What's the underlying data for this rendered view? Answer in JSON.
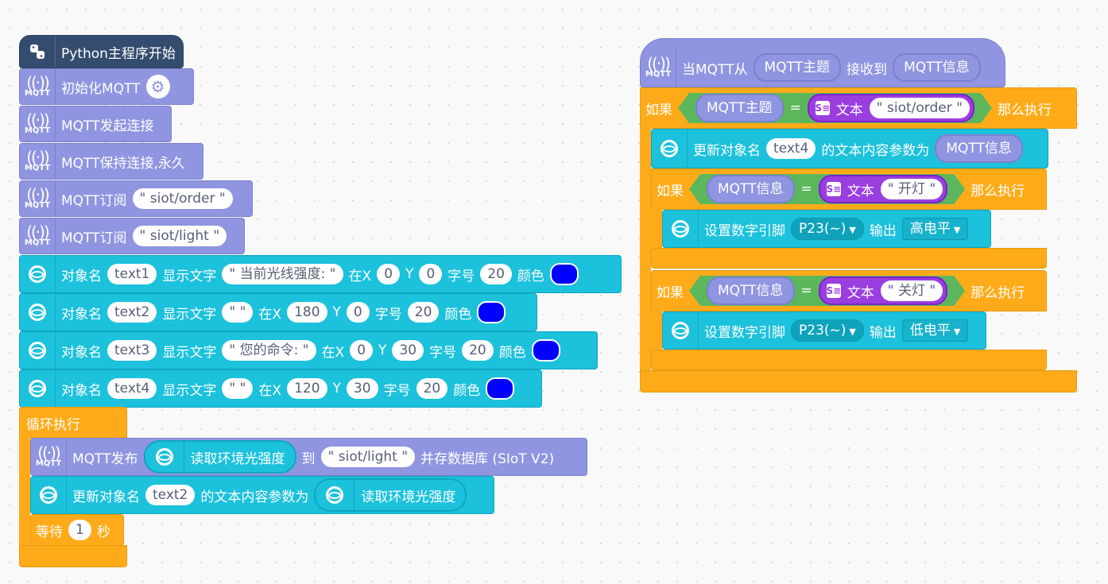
{
  "colors": {
    "mqtt": "#8f95e0",
    "display": "#1cc1dc",
    "control": "#ffab19",
    "python": "#344c6e",
    "logic": "#5cb75c",
    "text": "#9a3ee0",
    "color_value": "#0000ff"
  },
  "mqtt_label": "MQTT",
  "left_script": {
    "hat": "Python主程序开始",
    "init_mqtt": "初始化MQTT",
    "connect": "MQTT发起连接",
    "keep": "MQTT保持连接,永久",
    "subscribe1": {
      "label": "MQTT订阅",
      "topic": "\" siot/order \""
    },
    "subscribe2": {
      "label": "MQTT订阅",
      "topic": "\" siot/light \""
    },
    "display_rows": [
      {
        "obj": "对象名",
        "name": "text1",
        "show": "显示文字",
        "text": "\" 当前光线强度: \"",
        "x_label": "在X",
        "x": "0",
        "y_label": "Y",
        "y": "0",
        "size_label": "字号",
        "size": "20",
        "color_label": "颜色"
      },
      {
        "obj": "对象名",
        "name": "text2",
        "show": "显示文字",
        "text": "\"   \"",
        "x_label": "在X",
        "x": "180",
        "y_label": "Y",
        "y": "0",
        "size_label": "字号",
        "size": "20",
        "color_label": "颜色"
      },
      {
        "obj": "对象名",
        "name": "text3",
        "show": "显示文字",
        "text": "\" 您的命令: \"",
        "x_label": "在X",
        "x": "0",
        "y_label": "Y",
        "y": "30",
        "size_label": "字号",
        "size": "20",
        "color_label": "颜色"
      },
      {
        "obj": "对象名",
        "name": "text4",
        "show": "显示文字",
        "text": "\"   \"",
        "x_label": "在X",
        "x": "120",
        "y_label": "Y",
        "y": "30",
        "size_label": "字号",
        "size": "20",
        "color_label": "颜色"
      }
    ],
    "loop": "循环执行",
    "publish": {
      "label": "MQTT发布",
      "reporter": "读取环境光强度",
      "to": "到",
      "topic": "\" siot/light \"",
      "save": "并存数据库 (SIoT V2)"
    },
    "update": {
      "label": "更新对象名",
      "name": "text2",
      "suffix": "的文本内容参数为",
      "reporter": "读取环境光强度"
    },
    "wait": {
      "label": "等待",
      "value": "1",
      "unit": "秒"
    }
  },
  "right_script": {
    "hat": {
      "when": "当MQTT从",
      "topic": "MQTT主题",
      "recv": "接收到",
      "msg": "MQTT信息"
    },
    "if1": {
      "if": "如果",
      "left": "MQTT主题",
      "eq": "=",
      "text_label": "文本",
      "value": "\" siot/order \"",
      "then": "那么执行"
    },
    "update": {
      "label": "更新对象名",
      "name": "text4",
      "suffix": "的文本内容参数为",
      "value": "MQTT信息"
    },
    "if2": {
      "if": "如果",
      "left": "MQTT信息",
      "eq": "=",
      "text_label": "文本",
      "value": "\" 开灯 \"",
      "then": "那么执行"
    },
    "pin_on": {
      "label": "设置数字引脚",
      "pin": "P23(~)",
      "output": "输出",
      "level": "高电平"
    },
    "if3": {
      "if": "如果",
      "left": "MQTT信息",
      "eq": "=",
      "text_label": "文本",
      "value": "\" 关灯 \"",
      "then": "那么执行"
    },
    "pin_off": {
      "label": "设置数字引脚",
      "pin": "P23(~)",
      "output": "输出",
      "level": "低电平"
    }
  }
}
